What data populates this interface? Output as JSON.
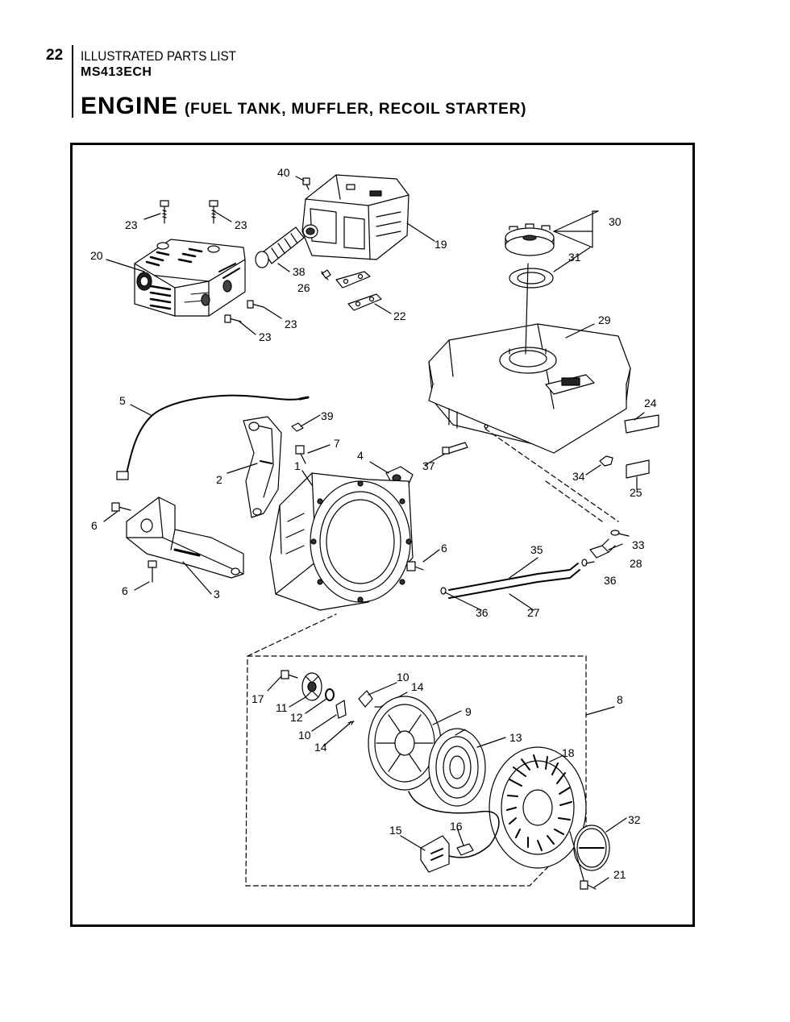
{
  "page": {
    "number": "22",
    "header_line1": "ILLUSTRATED PARTS LIST",
    "header_line2": "MS413ECH",
    "title_main": "ENGINE",
    "title_sub": "(FUEL TANK, MUFFLER, RECOIL STARTER)"
  },
  "callouts": {
    "c40": "40",
    "c23a": "23",
    "c23b": "23",
    "c19": "19",
    "c20": "20",
    "c38": "38",
    "c26": "26",
    "c23c": "23",
    "c23d": "23",
    "c22": "22",
    "c30": "30",
    "c31": "31",
    "c29": "29",
    "c5": "5",
    "c39": "39",
    "c7": "7",
    "c4": "4",
    "c37": "37",
    "c2": "2",
    "c1": "1",
    "c24": "24",
    "c34": "34",
    "c25": "25",
    "c6a": "6",
    "c6b": "6",
    "c6c": "6",
    "c3": "3",
    "c35": "35",
    "c33": "33",
    "c28": "28",
    "c36a": "36",
    "c36b": "36",
    "c27": "27",
    "c10a": "10",
    "c14a": "14",
    "c17": "17",
    "c11": "11",
    "c12": "12",
    "c9": "9",
    "c8": "8",
    "c10b": "10",
    "c14b": "14",
    "c13": "13",
    "c18": "18",
    "c15": "15",
    "c16": "16",
    "c32": "32",
    "c21": "21"
  }
}
